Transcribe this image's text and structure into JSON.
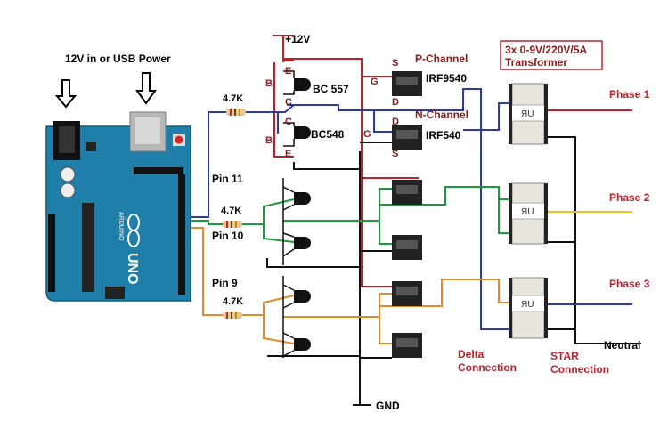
{
  "colors": {
    "wire_red": "#c0202a",
    "wire_blue": "#2b3aa8",
    "wire_green": "#1a9a3a",
    "wire_orange": "#e08a2a",
    "wire_yellow": "#f0c020",
    "wire_black": "#111111",
    "arduino_board": "#1f7fa8",
    "phase_label": "#c0202a",
    "label_blue": "#2b3aa8"
  },
  "labels": {
    "power_in": "12V in or USB Power",
    "vcc": "+12V",
    "gnd": "GND",
    "pin11": "Pin 11",
    "pin10": "Pin 10",
    "pin9": "Pin 9",
    "res1": "4.7K",
    "res2": "4.7K",
    "res3": "4.7K",
    "bc557": "BC 557",
    "bc548": "BC548",
    "p_channel": "P-Channel",
    "n_channel": "N-Channel",
    "irf9540": "IRF9540",
    "irf540": "IRF540",
    "transformer_line1": "3x 0-9V/220V/5A",
    "transformer_line2": "Transformer",
    "phase1": "Phase 1",
    "phase2": "Phase 2",
    "phase3": "Phase 3",
    "neutral": "Neutral",
    "delta1": "Delta",
    "delta2": "Connection",
    "star1": "STAR",
    "star2": "Connection",
    "b1": "B",
    "b2": "B",
    "c1": "C",
    "c2": "C",
    "e1": "E",
    "e2": "E",
    "s1": "S",
    "s2": "S",
    "g1": "G",
    "g2": "G",
    "d1": "D",
    "d2": "D",
    "board_name": "UNO",
    "board_brand": "ARDUINO"
  }
}
